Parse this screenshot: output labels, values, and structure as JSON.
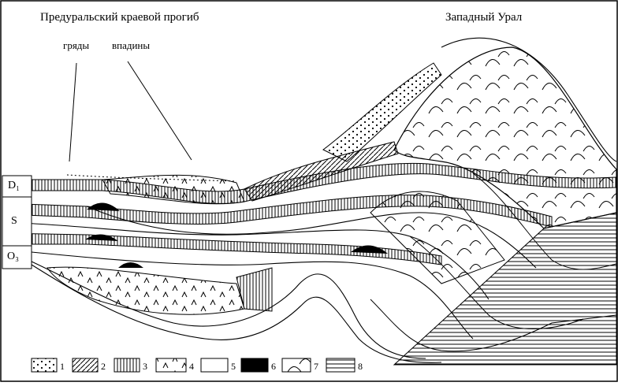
{
  "titles": {
    "left": "Предуральский краевой прогиб",
    "right": "Западный Урал"
  },
  "callouts": {
    "ridges": "гряды",
    "depressions": "впадины"
  },
  "stratigraphy": {
    "d1": "D₁",
    "s": "S",
    "o3": "O₃"
  },
  "legend": [
    {
      "num": "1",
      "pattern": "dots"
    },
    {
      "num": "2",
      "pattern": "diagonal-hatch"
    },
    {
      "num": "3",
      "pattern": "vertical-hatch"
    },
    {
      "num": "4",
      "pattern": "carets"
    },
    {
      "num": "5",
      "pattern": "blank"
    },
    {
      "num": "6",
      "pattern": "solid-black"
    },
    {
      "num": "7",
      "pattern": "arcs"
    },
    {
      "num": "8",
      "pattern": "horizontal-hatch"
    }
  ],
  "colors": {
    "ink": "#000000",
    "paper": "#ffffff"
  }
}
